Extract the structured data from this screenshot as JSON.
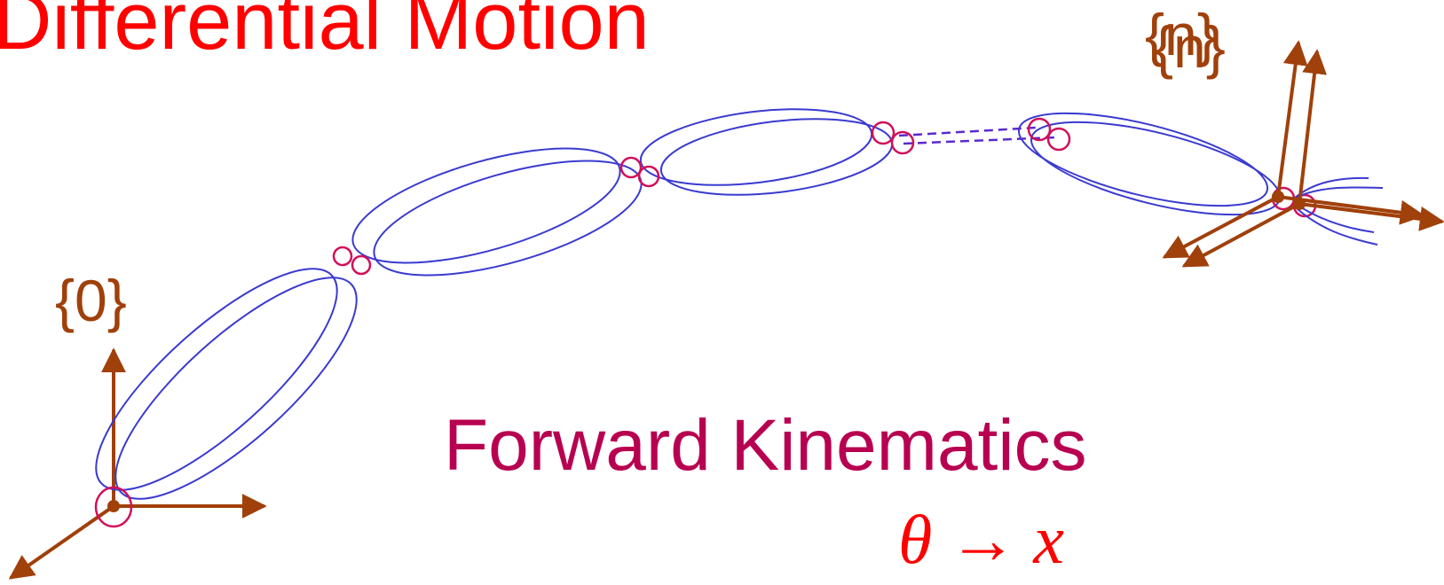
{
  "title": "Differential Motion",
  "subtitle": "Forward Kinematics",
  "formula": {
    "lhs": "θ",
    "arrow": "→",
    "rhs": "x"
  },
  "frames": {
    "base": "{0}",
    "end": "{n}"
  },
  "colors": {
    "title": "#ff0000",
    "subtitle": "#b80050",
    "formula": "#ff0000",
    "frame": "#a0400a",
    "link": "#3a3ad0",
    "joint": "#d0105a"
  }
}
